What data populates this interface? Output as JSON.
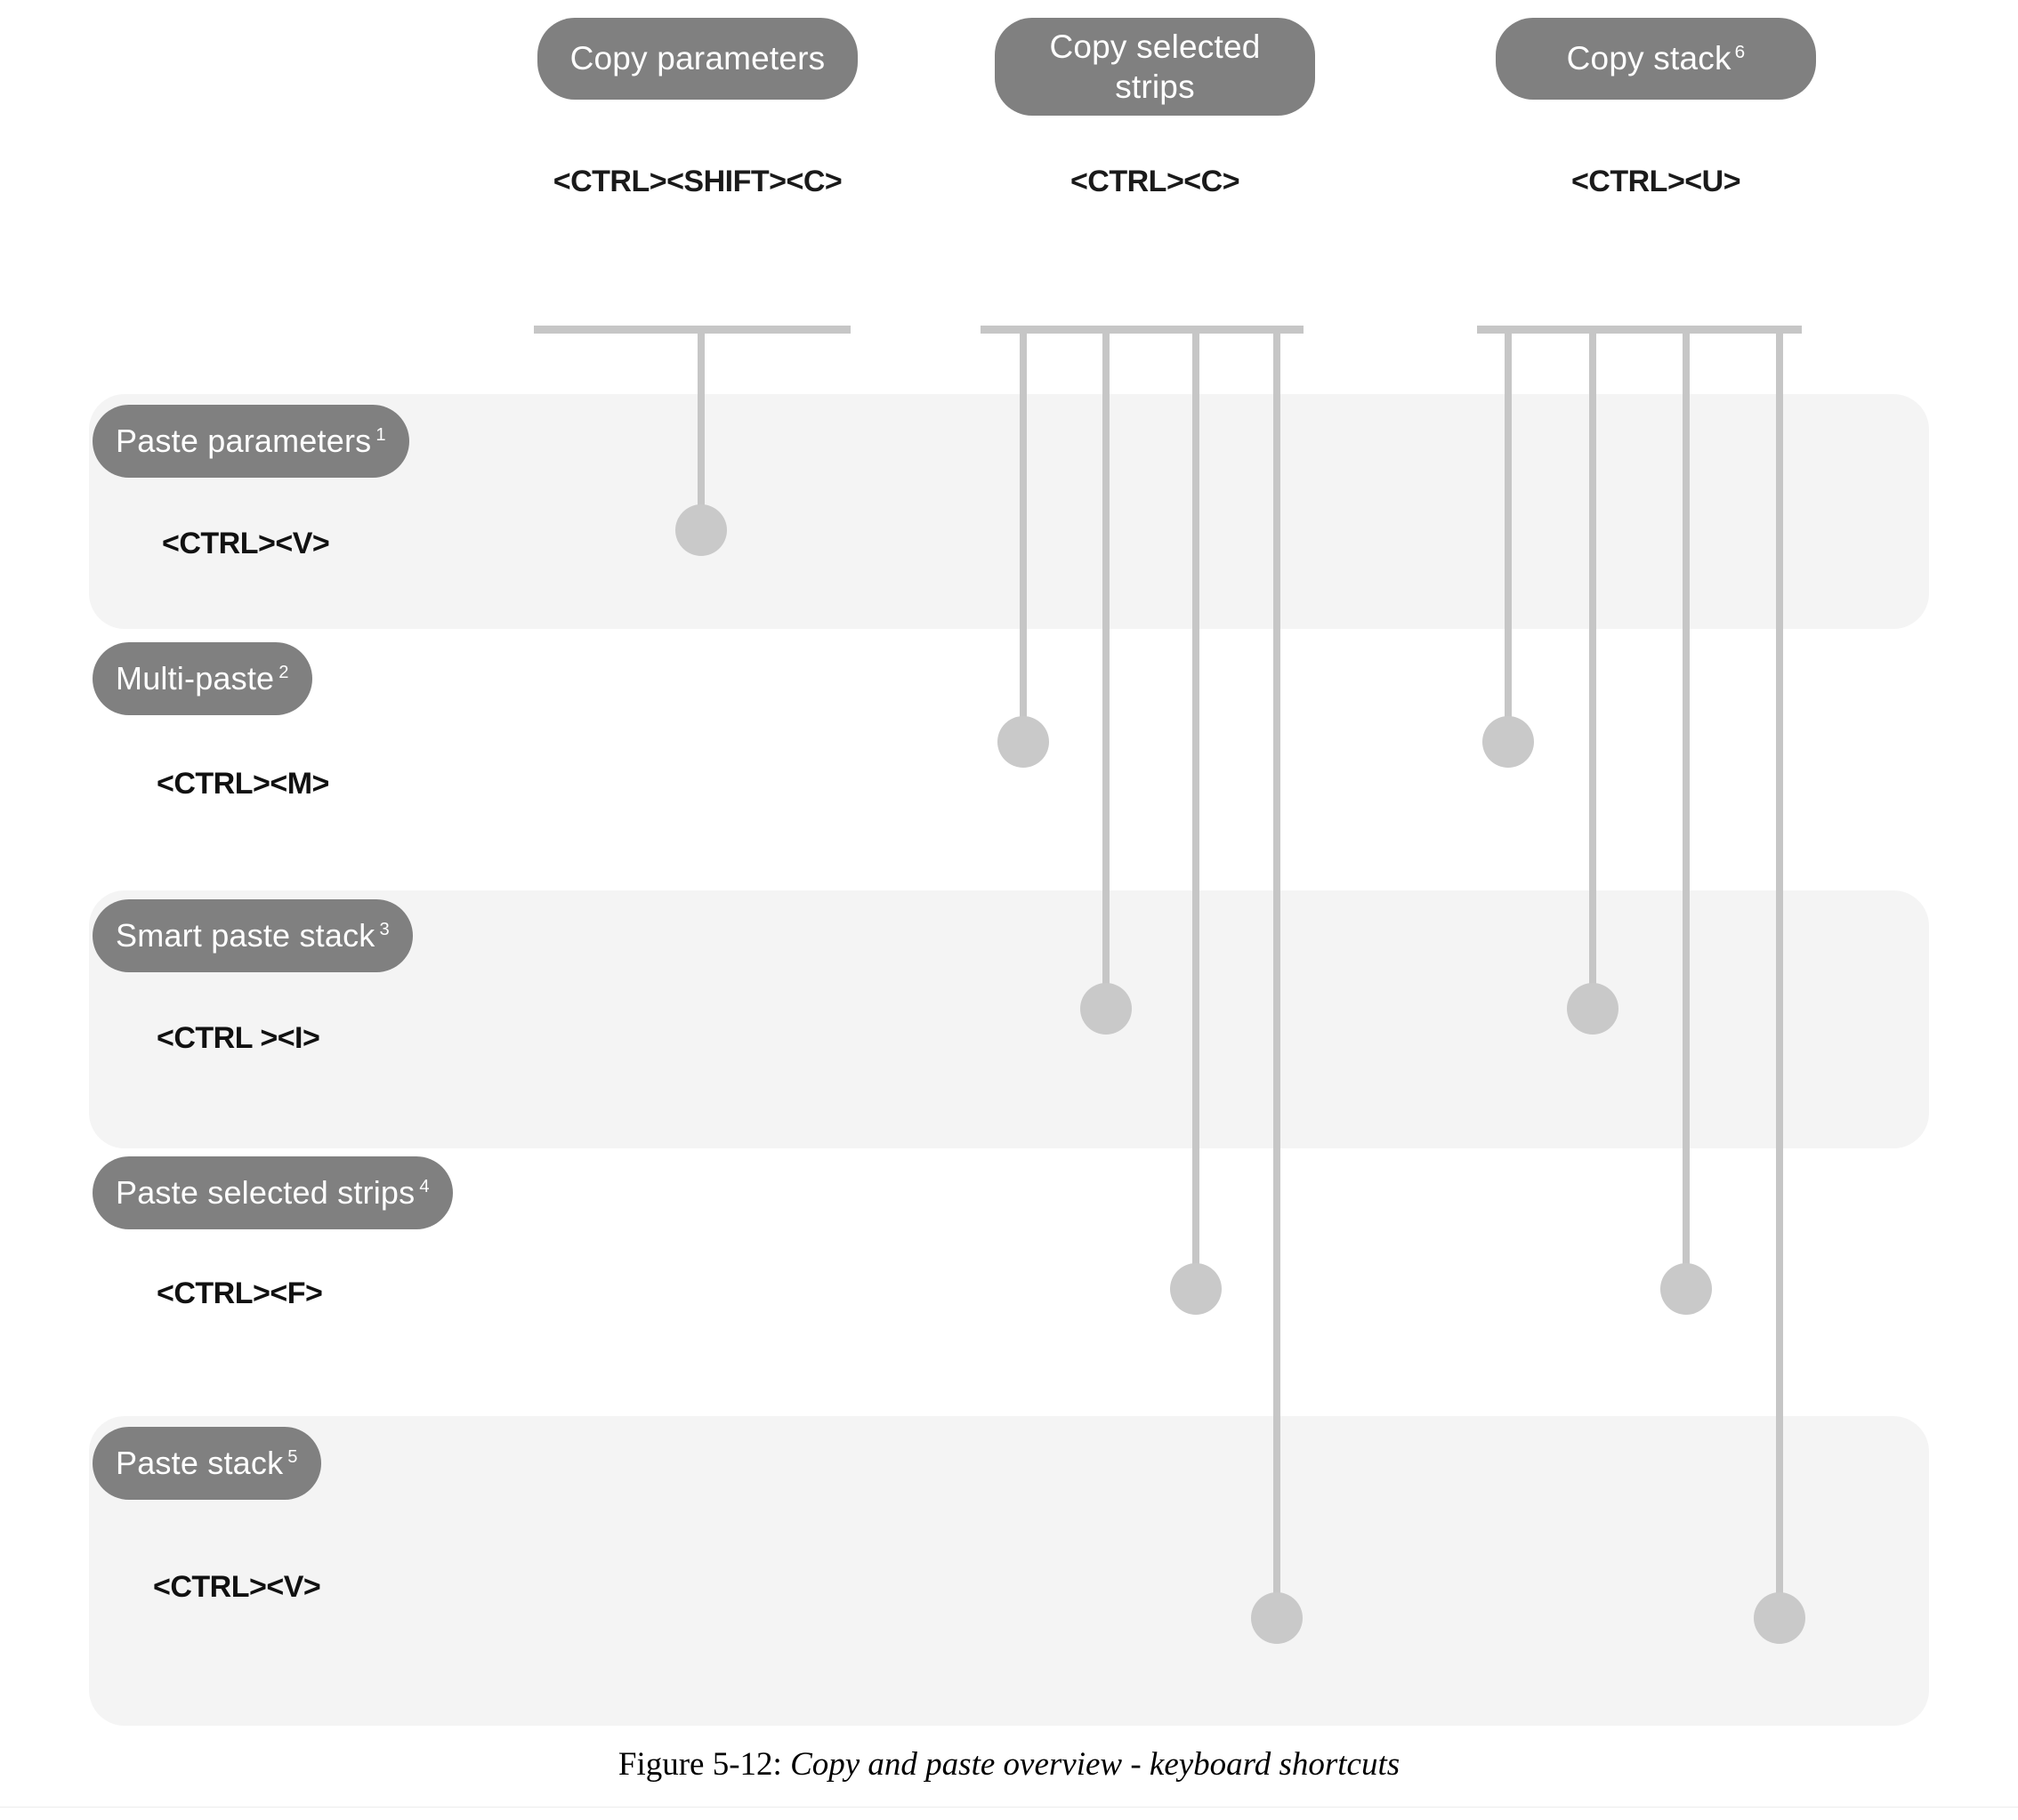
{
  "figure": {
    "caption_label": "Figure 5-12:",
    "caption_title": "Copy and paste overview - keyboard shortcuts"
  },
  "colors": {
    "pill_fill": "#808080",
    "pill_text": "#ffffff",
    "band_fill": "#f4f4f4",
    "connector": "#c6c6c6",
    "dot": "#c9c9c9",
    "shortcut_text": "#111111",
    "page_background": "#ffffff"
  },
  "sources": [
    {
      "label": "Copy parameters",
      "superscript": "",
      "shortcut": "<CTRL><SHIFT><C>"
    },
    {
      "label": "Copy selected strips",
      "superscript": "",
      "shortcut": "<CTRL><C>"
    },
    {
      "label": "Copy stack",
      "superscript": "6",
      "shortcut": "<CTRL><U>"
    }
  ],
  "targets": [
    {
      "label": "Paste parameters",
      "superscript": "1",
      "shortcut": "<CTRL><V>"
    },
    {
      "label": "Multi-paste",
      "superscript": "2",
      "shortcut": "<CTRL><M>"
    },
    {
      "label": "Smart paste stack",
      "superscript": "3",
      "shortcut": "<CTRL ><I>"
    },
    {
      "label": "Paste selected strips",
      "superscript": "4",
      "shortcut": "<CTRL><F>"
    },
    {
      "label": "Paste stack",
      "superscript": "5",
      "shortcut": "<CTRL><V>"
    }
  ],
  "connections": [
    {
      "source": "Copy parameters",
      "target": "Paste parameters"
    },
    {
      "source": "Copy selected strips",
      "target": "Multi-paste"
    },
    {
      "source": "Copy selected strips",
      "target": "Smart paste stack"
    },
    {
      "source": "Copy selected strips",
      "target": "Paste selected strips"
    },
    {
      "source": "Copy selected strips",
      "target": "Paste stack"
    },
    {
      "source": "Copy stack",
      "target": "Multi-paste"
    },
    {
      "source": "Copy stack",
      "target": "Smart paste stack"
    },
    {
      "source": "Copy stack",
      "target": "Paste selected strips"
    },
    {
      "source": "Copy stack",
      "target": "Paste stack"
    }
  ]
}
